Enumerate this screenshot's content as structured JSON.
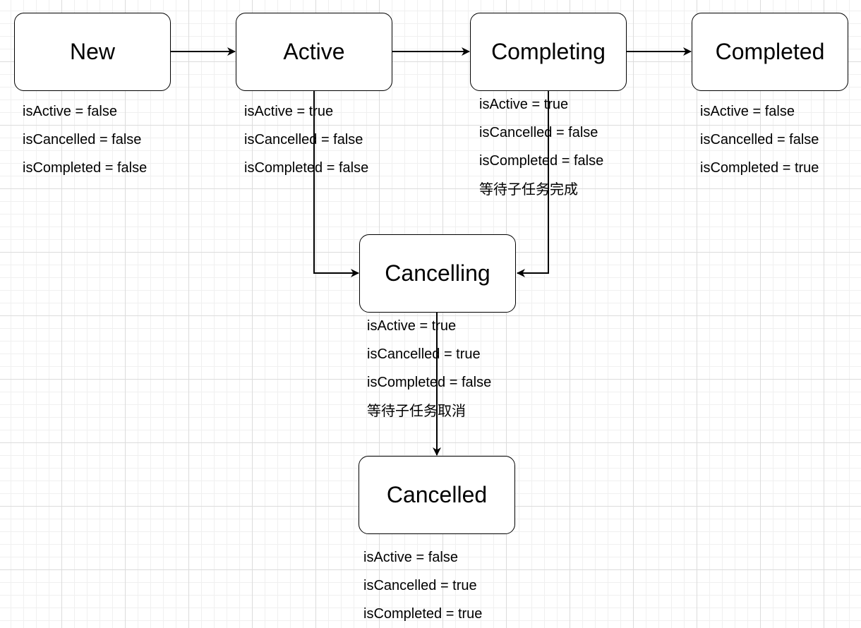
{
  "states": {
    "new": {
      "label": "New",
      "props": [
        "isActive = false",
        "isCancelled = false",
        "isCompleted = false"
      ]
    },
    "active": {
      "label": "Active",
      "props": [
        "isActive = true",
        "isCancelled = false",
        "isCompleted = false"
      ]
    },
    "completing": {
      "label": "Completing",
      "props": [
        "isActive = true",
        "isCancelled = false",
        "isCompleted = false"
      ],
      "note": "等待子任务完成"
    },
    "completed": {
      "label": "Completed",
      "props": [
        "isActive = false",
        "isCancelled = false",
        "isCompleted = true"
      ]
    },
    "cancelling": {
      "label": "Cancelling",
      "props": [
        "isActive = true",
        "isCancelled = true",
        "isCompleted = false"
      ],
      "note": "等待子任务取消"
    },
    "cancelled": {
      "label": "Cancelled",
      "props": [
        "isActive = false",
        "isCancelled = true",
        "isCompleted = true"
      ]
    }
  },
  "transitions": [
    {
      "from": "New",
      "to": "Active"
    },
    {
      "from": "Active",
      "to": "Completing"
    },
    {
      "from": "Completing",
      "to": "Completed"
    },
    {
      "from": "Active",
      "to": "Cancelling"
    },
    {
      "from": "Completing",
      "to": "Cancelling"
    },
    {
      "from": "Cancelling",
      "to": "Cancelled"
    }
  ],
  "colors": {
    "stroke": "#000000",
    "node_fill": "#ffffff",
    "grid_major": "#dcdcdc",
    "grid_minor": "#f0f0f0"
  }
}
